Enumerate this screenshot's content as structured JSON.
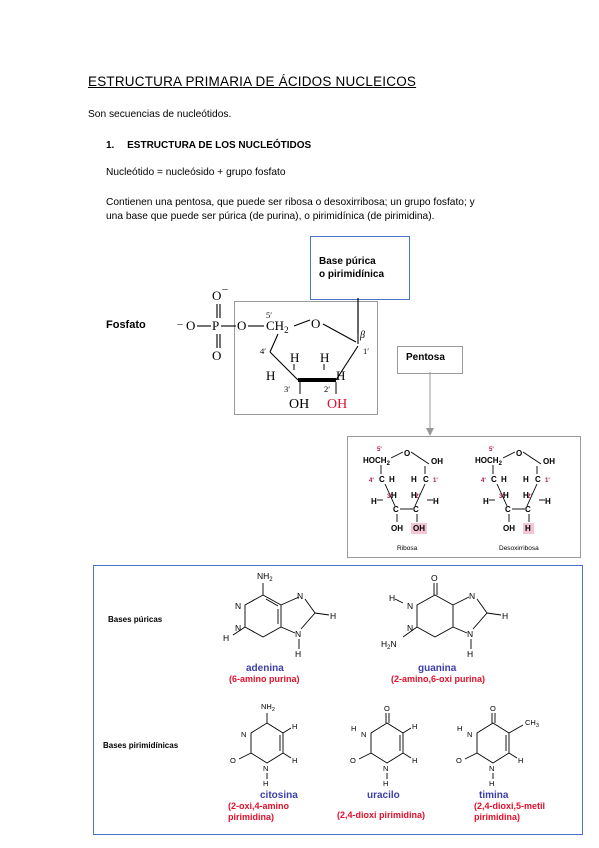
{
  "document": {
    "title": "ESTRUCTURA PRIMARIA DE ÁCIDOS NUCLEICOS",
    "intro": "Son secuencias de nucleótidos.",
    "section1": {
      "number": "1.",
      "heading": "ESTRUCTURA DE LOS NUCLEÓTIDOS"
    },
    "definition": "Nucleótido = nucleósido + grupo fosfato",
    "paragraph_line1": "Contienen una pentosa, que puede ser ribosa o desoxirribosa; un grupo fosfato; y",
    "paragraph_line2": "una base que puede ser púrica (de purina), o pirimidínica (de pirimidina)."
  },
  "nucleotide_figure": {
    "base_label_line1": "Base púrica",
    "base_label_line2": "o pirimidínica",
    "fosfato_label": "Fosfato",
    "pentosa_label": "Pentosa",
    "phosphate": {
      "o_minus_top": "O",
      "minus": "−",
      "o_minus_left": "O",
      "p": "P",
      "o_link": "O",
      "o_bottom": "O"
    },
    "sugar": {
      "ch2": "CH",
      "ch2_sub": "2",
      "five_prime": "5′",
      "four_prime": "4′",
      "one_prime": "1′",
      "three_prime": "3′",
      "two_prime": "2′",
      "ring_o": "O",
      "beta": "β",
      "h": "H",
      "oh3": "OH",
      "oh2": "OH"
    }
  },
  "pentoses": {
    "ribose": {
      "name": "Ribosa",
      "hoch2": "HOCH",
      "sub": "2",
      "oh_top": "OH",
      "oh3": "OH",
      "oh2": "OH"
    },
    "deoxyribose": {
      "name": "Desoxirribosa",
      "hoch2": "HOCH",
      "sub": "2",
      "oh_top": "OH",
      "oh3": "OH",
      "h2": "H"
    },
    "primes": {
      "p5": "5'",
      "p4": "4'",
      "p1": "1'",
      "p3": "3'",
      "p2": "2'"
    },
    "atoms": {
      "c": "C",
      "h": "H",
      "o": "O"
    }
  },
  "bases": {
    "purine_label": "Bases púricas",
    "pyrimidine_label": "Bases pirimidínicas",
    "adenine": {
      "name": "adenina",
      "desc": "(6-amino purina)",
      "nh2": "NH",
      "sub": "2"
    },
    "guanine": {
      "name": "guanina",
      "desc": "(2-amino,6-oxi purina)"
    },
    "cytosine": {
      "name": "citosina",
      "desc_line1": "(2-oxi,4-amino",
      "desc_line2": "pirimidina)"
    },
    "uracil": {
      "name": "uracilo",
      "desc": "(2,4-dioxi pirimidina)"
    },
    "thymine": {
      "name": "timina",
      "desc_line1": "(2,4-dioxi,5-metil",
      "desc_line2": "pirimidina)",
      "ch3": "CH",
      "sub": "3"
    },
    "atoms": {
      "n": "N",
      "h": "H",
      "o": "O",
      "nh2": "NH",
      "h2n": "H",
      "sub2": "2"
    }
  },
  "colors": {
    "accent_blue": "#4a74c4",
    "red": "#e0102a",
    "name_blue": "#3b3fa8",
    "hl_pink": "#f2c6d2"
  }
}
